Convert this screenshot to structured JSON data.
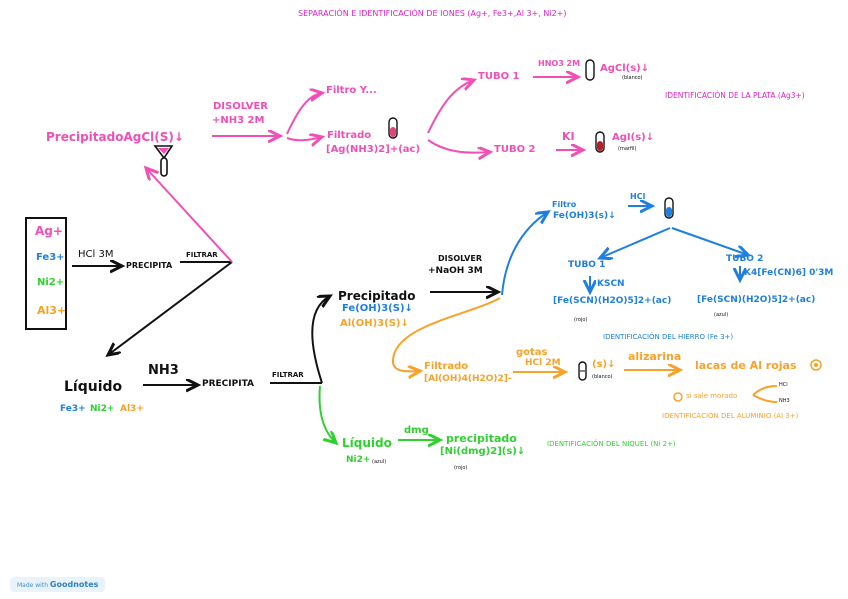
{
  "title": "SEPARACIÓN E IDENTIFICACIÓN DE IONES (Ag+, Fe3+,Al 3+, Ni2+)",
  "ions_box": {
    "ions": [
      "Ag+",
      "Fe3+",
      "Ni2+",
      "Al3+"
    ]
  },
  "step1": {
    "reagent": "HCl 3M",
    "precipita": "PRECIPITA",
    "filtrar": "FILTRAR"
  },
  "silver": {
    "precipitado": "PrecipitadoAgCl(S)↓",
    "disolver": "DISOLVER",
    "reagent": "+NH3 2M",
    "filtro": "Filtro Y...",
    "filtrado": "Filtrado",
    "complex": "[Ag(NH3)2]+(ac)",
    "tubo1": "TUBO 1",
    "tubo1_reagent": "HNO3 2M",
    "tubo1_product": "AgCl(s)↓",
    "tubo1_color": "(blanco)",
    "tubo2": "TUBO 2",
    "tubo2_reagent": "KI",
    "tubo2_product": "AgI(s)↓",
    "tubo2_color": "(marfil)",
    "identification": "IDENTIFICACIÓN DE LA PLATA (Ag3+)"
  },
  "liquid1": {
    "label": "Líquido",
    "ions": [
      "Fe3+",
      "Ni2+",
      "Al3+"
    ]
  },
  "step2": {
    "reagent": "NH3",
    "precipita": "PRECIPITA",
    "filtrar": "FILTRAR"
  },
  "precip2": {
    "label": "Precipitado",
    "fe": "Fe(OH)3(S)↓",
    "al": "Al(OH)3(S)↓",
    "disolver": "DISOLVER",
    "reagent": "+NaOH 3M"
  },
  "iron": {
    "filtro": "Filtro",
    "precip": "Fe(OH)3(s)↓",
    "reagent": "HCl",
    "tubo1": "TUBO 1",
    "tubo1_reagent": "KSCN",
    "tubo1_product": "[Fe(SCN)(H2O)5]2+(ac)",
    "tubo1_color": "(rojo)",
    "tubo2": "TUBO 2",
    "tubo2_reagent": "K4[Fe(CN)6] 0'3M",
    "tubo2_product": "[Fe(SCN)(H2O)5]2+(ac)",
    "tubo2_color": "(azul)",
    "identification": "IDENTIFICACIÓN DEL HIERRO (Fe 3+)"
  },
  "aluminium": {
    "filtrado": "Filtrado",
    "complex": "[Al(OH)4(H2O)2]-",
    "gotas": "gotas",
    "reagent": "HCl 2M",
    "product": "(s)↓",
    "color": "(blanco)",
    "alizarina": "alizarina",
    "lacas": "lacas de Al rojas",
    "note_prefix": "si sale morado",
    "note_hcl": "HCl",
    "note_nh3": "NH3",
    "identification": "IDENTIFICACIÓN DEL ALUMINIO (Al 3+)"
  },
  "nickel": {
    "label": "Líquido",
    "ion": "Ni2+",
    "color": "(azul)",
    "reagent": "dmg",
    "precipitado": "precipitado",
    "product": "[Ni(dmg)2](s)↓",
    "product_color": "(rojo)",
    "identification": "IDENTIFICACIÓN DEL NÍQUEL (Ni 2+)"
  },
  "badge": {
    "made": "Made with",
    "brand": "Goodnotes"
  },
  "colors": {
    "silver": "#f24fb6",
    "iron": "#1e7fe0",
    "nickel": "#2fd12f",
    "aluminium": "#f7a22a",
    "main": "#111111",
    "title": "#e020c8"
  },
  "icons": [
    "funnel-icon",
    "test-tube-icon",
    "down-arrow-icon"
  ]
}
